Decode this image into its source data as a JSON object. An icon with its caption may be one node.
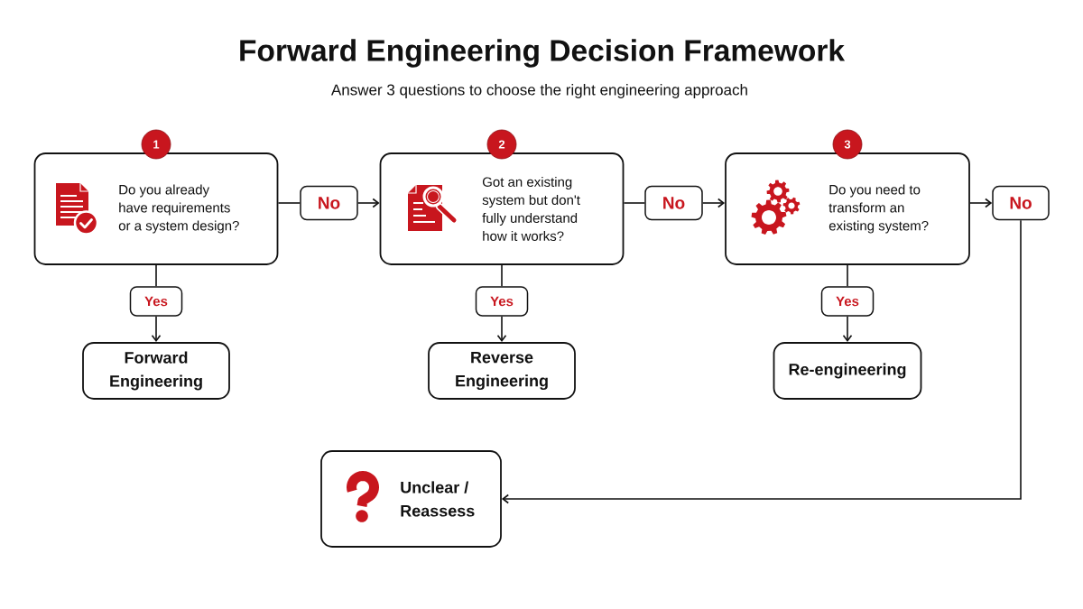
{
  "diagram": {
    "title": "Forward Engineering Decision Framework",
    "nodes": [
      {
        "text": [
          "1"
        ]
      },
      {
        "text": [
          "Do you already have requirements or a system design?"
        ]
      },
      {
        "text": [
          "No"
        ]
      },
      {
        "text": [
          "2"
        ]
      },
      {
        "text": [
          "Got an existing system but don't fully understand how it works?"
        ]
      },
      {
        "text": [
          "No"
        ]
      },
      {
        "text": [
          "3"
        ]
      },
      {
        "text": [
          "Do you need to transform an existing system?"
        ]
      },
      {
        "text": [
          "No"
        ]
      },
      {
        "text": [
          "Yes"
        ]
      },
      {
        "text": [
          "Forward Engineering"
        ]
      },
      {
        "text": [
          "Yes"
        ]
      },
      {
        "text": [
          "Reverse Engineering"
        ]
      },
      {
        "text": [
          "Yes"
        ]
      },
      {
        "text": [
          "Re-engineering"
        ]
      },
      {
        "text": [
          "Unclear / Reassess"
        ]
      }
    ],
    "edges": [
      {
        "from": 1,
        "to": 2,
        "arrow": "none"
      },
      {
        "from": 2,
        "to": 4,
        "arrow": "to"
      },
      {
        "from": 4,
        "to": 5,
        "arrow": "none"
      },
      {
        "from": 5,
        "to": 7,
        "arrow": "to"
      },
      {
        "from": 7,
        "to": 8,
        "arrow": "to"
      },
      {
        "from": 8,
        "to": 15,
        "arrow": "to"
      },
      {
        "from": 1,
        "to": 9,
        "arrow": "none"
      },
      {
        "from": 9,
        "to": 10,
        "arrow": "to"
      },
      {
        "from": 4,
        "to": 11,
        "arrow": "none"
      },
      {
        "from": 11,
        "to": 12,
        "arrow": "to"
      },
      {
        "from": 7,
        "to": 13,
        "arrow": "none"
      },
      {
        "from": 13,
        "to": 14,
        "arrow": "to"
      }
    ],
    "labels": [
      "Answer 3 questions to choose the right engineering approach"
    ]
  }
}
